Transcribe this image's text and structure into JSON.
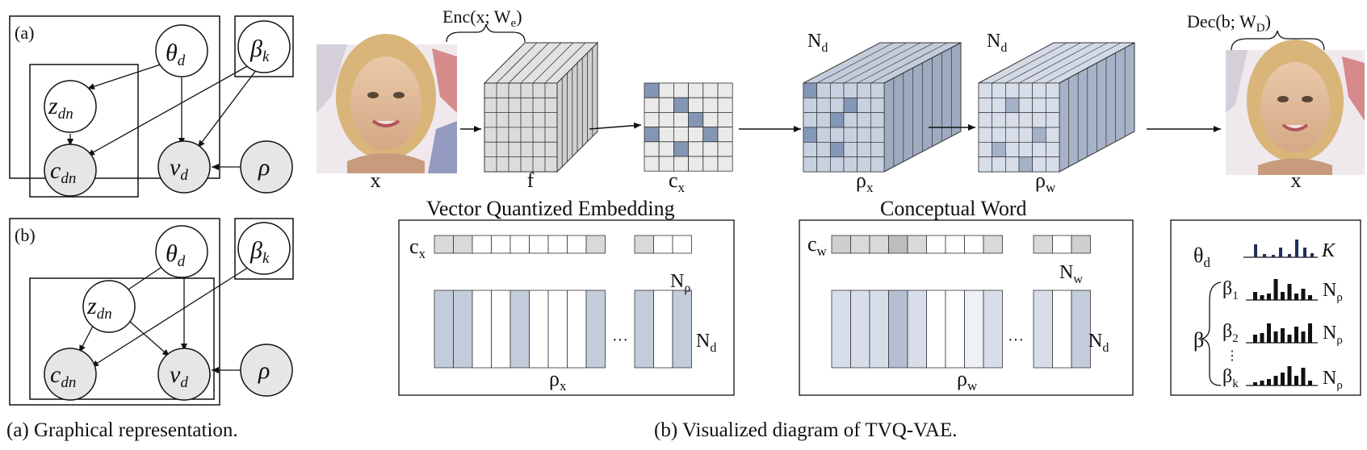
{
  "panel_a": {
    "label_a": "(a)",
    "label_b": "(b)",
    "nodes": {
      "theta": "θ",
      "theta_sub": "d",
      "beta": "β",
      "beta_sub": "k",
      "z": "z",
      "z_sub": "dn",
      "c": "c",
      "c_sub": "dn",
      "v": "v",
      "v_sub": "d",
      "rho": "ρ"
    },
    "caption": "(a) Graphical representation."
  },
  "panel_b": {
    "enc_label": "Enc(x; W",
    "enc_sub": "e",
    "dec_label": "Dec(b; W",
    "dec_sub": "D",
    "x_in": "x",
    "f": "f",
    "cx": "c",
    "cx_sub": "x",
    "rho_x": "ρ",
    "rho_x_sub": "x",
    "rho_w": "ρ",
    "rho_w_sub": "w",
    "x_out": "x",
    "Nd_1": "N",
    "Nd_2": "N",
    "Nd_sub": "d",
    "vq_title": "Vector Quantized Embedding",
    "cw_title": "Conceptual Word",
    "vq_cx": "c",
    "vq_cx_sub": "x",
    "vq_Nrho": "N",
    "vq_Nrho_sub": "ρ",
    "vq_Nd": "N",
    "vq_Nd_sub": "d",
    "vq_rho": "ρ",
    "vq_rho_sub": "x",
    "ellipsis": "···",
    "cw_cw": "c",
    "cw_cw_sub": "w",
    "cw_Nw": "N",
    "cw_Nw_sub": "w",
    "cw_Nd": "N",
    "cw_Nd_sub": "d",
    "cw_rho": "ρ",
    "cw_rho_sub": "w",
    "legend_theta": "θ",
    "legend_theta_sub": "d",
    "legend_K": "K",
    "legend_beta": "β",
    "legend_beta1": "β",
    "legend_beta1_sub": "1",
    "legend_beta2": "β",
    "legend_beta2_sub": "2",
    "legend_betak": "β",
    "legend_betak_sub": "k",
    "legend_vdots": "⋮",
    "legend_Nrho": "N",
    "legend_Nrho_sub": "ρ",
    "caption": "(b) Visualized diagram of TVQ-VAE."
  },
  "colors": {
    "node_fill": "#e6e6e6",
    "cube_gray": "#d9d9d9",
    "cube_blue": "#9aa8bf",
    "cell_dark": "#8496b4",
    "cell_light": "#eaeaea",
    "bar_navy": "#1f2f5a",
    "bar_black": "#111111"
  }
}
